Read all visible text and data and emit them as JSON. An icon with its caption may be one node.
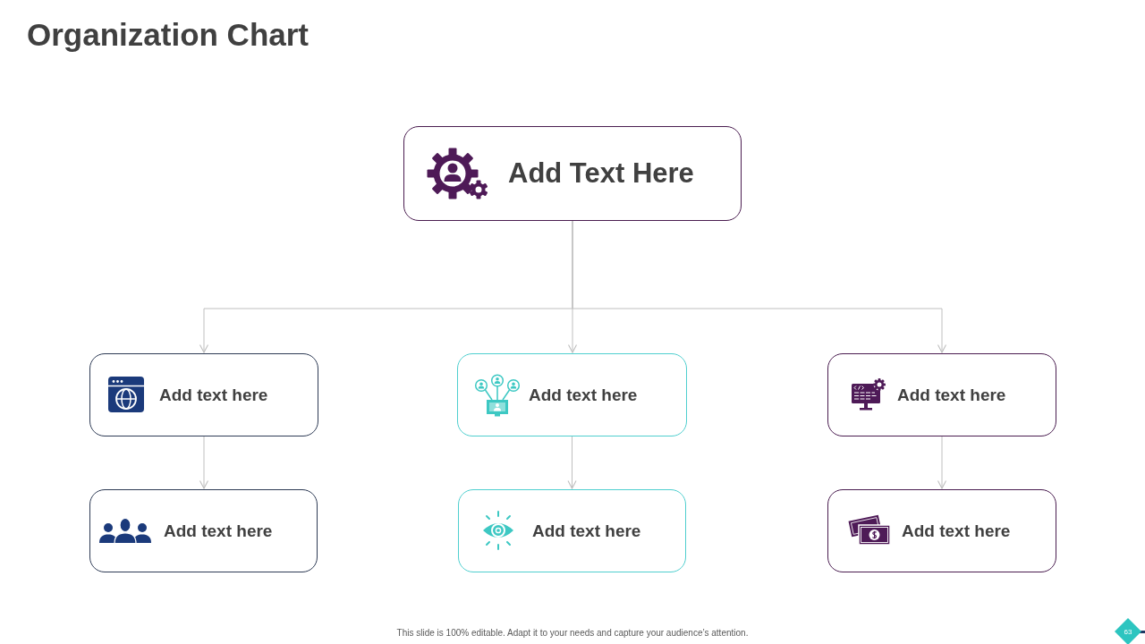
{
  "diagram": {
    "title": "Organization Chart",
    "nodes": [
      {
        "text": [
          "Add Text Here"
        ]
      },
      {
        "text": [
          "Add text here"
        ]
      },
      {
        "text": [
          "Add text here"
        ]
      },
      {
        "text": [
          "Add text here"
        ]
      },
      {
        "text": [
          "Add text here"
        ]
      },
      {
        "text": [
          "Add text here"
        ]
      },
      {
        "text": [
          "Add text here"
        ]
      }
    ],
    "edges": [
      {
        "from": 0,
        "to": 1,
        "arrow": "to"
      },
      {
        "from": 0,
        "to": 2,
        "arrow": "to"
      },
      {
        "from": 0,
        "to": 3,
        "arrow": "to"
      },
      {
        "from": 1,
        "to": 4,
        "arrow": "to"
      },
      {
        "from": 2,
        "to": 5,
        "arrow": "to"
      },
      {
        "from": 3,
        "to": 6,
        "arrow": "to"
      }
    ],
    "labels": [
      "This slide is 100% editable. Adapt it to your needs and capture your audience’s attention.",
      "63"
    ]
  }
}
